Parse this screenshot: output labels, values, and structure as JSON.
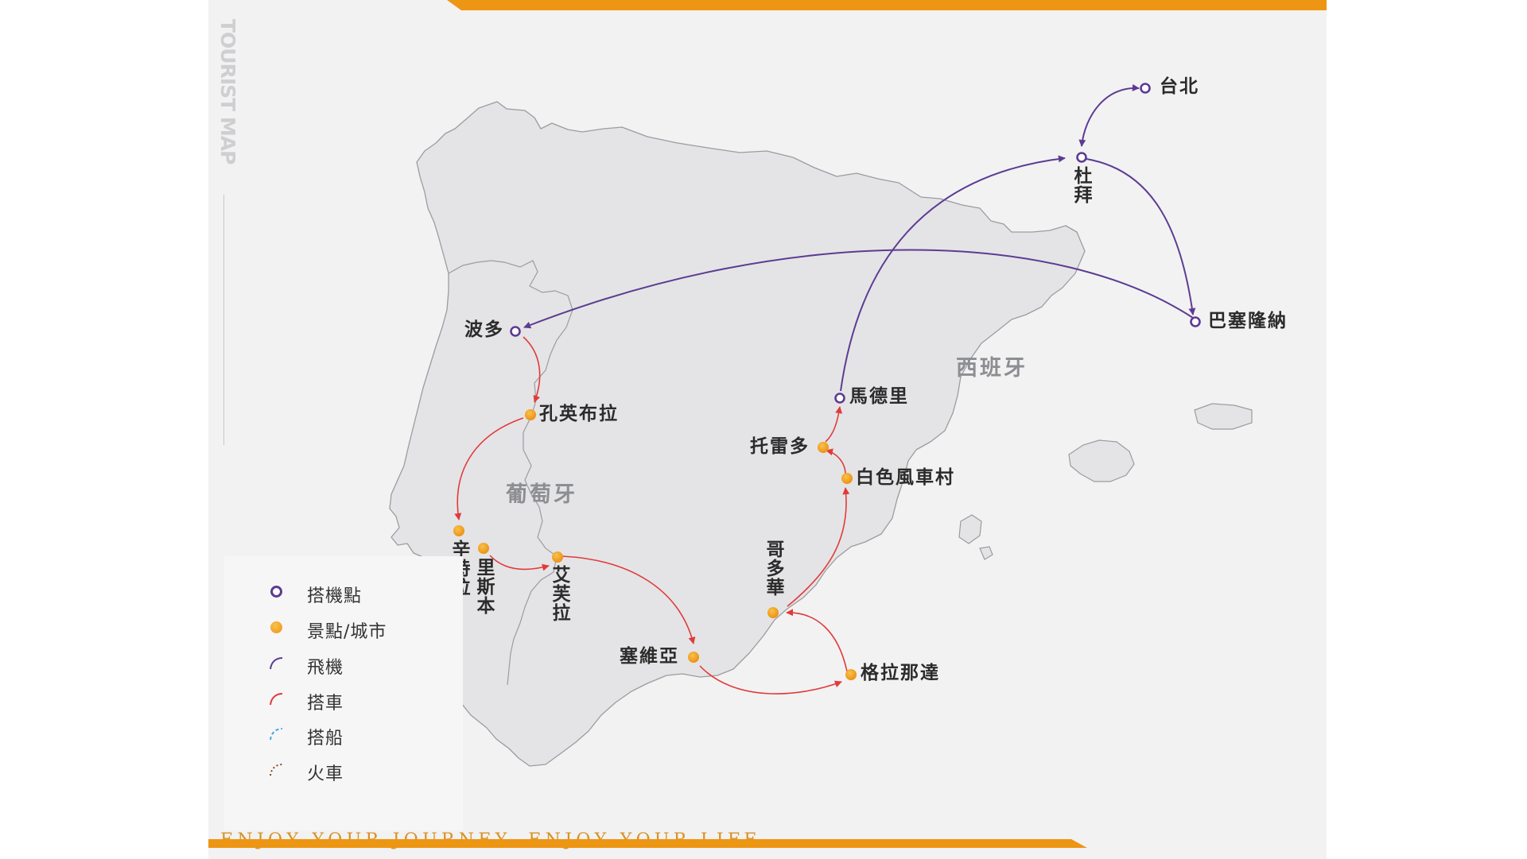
{
  "header": {
    "side_title": "TOURIST MAP",
    "tagline": "ENJOY YOUR JOURNEY, ENJOY YOUR LIFE"
  },
  "colors": {
    "accent": "#ed9614",
    "flight": "#5d3b92",
    "car": "#e23a3a",
    "ship": "#45a8dc",
    "train": "#8a4a18",
    "land": "#e4e4e6",
    "border": "#9c9ca0"
  },
  "map": {
    "countries": {
      "spain": "西班牙",
      "portugal": "葡萄牙"
    },
    "airports": {
      "taipei": "台北",
      "dubai": "杜拜",
      "barcelona": "巴塞隆納",
      "porto": "波多",
      "madrid": "馬德里"
    },
    "cities": {
      "coimbra": "孔英布拉",
      "sintra": "辛特拉",
      "lisbon": "里斯本",
      "evora": "艾芙拉",
      "seville": "塞維亞",
      "granada": "格拉那達",
      "cordoba": "哥多華",
      "windmill": "白色風車村",
      "toledo": "托雷多"
    }
  },
  "legend": {
    "items": [
      {
        "label": "搭機點",
        "icon": "airport-ring-icon"
      },
      {
        "label": "景點/城市",
        "icon": "city-dot-icon"
      },
      {
        "label": "飛機",
        "icon": "flight-arc-icon"
      },
      {
        "label": "搭車",
        "icon": "car-arc-icon"
      },
      {
        "label": "搭船",
        "icon": "ship-arc-icon"
      },
      {
        "label": "火車",
        "icon": "train-arc-icon"
      }
    ]
  }
}
